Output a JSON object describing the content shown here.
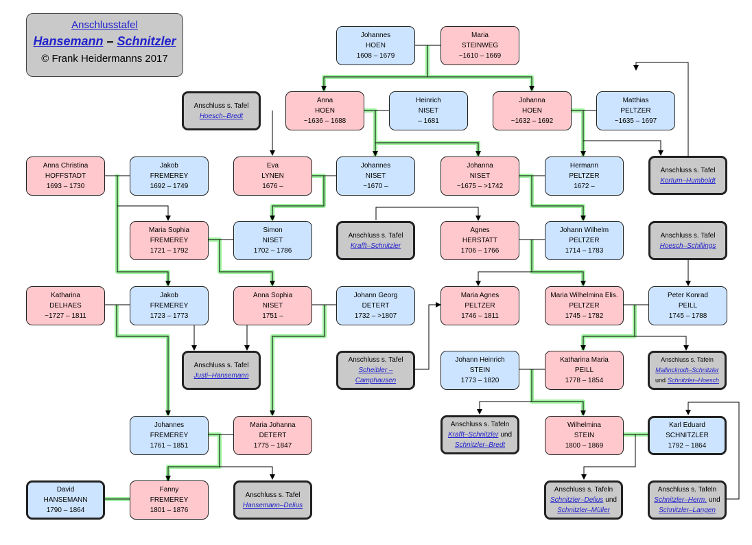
{
  "title": {
    "line1": "Anschlusstafel",
    "name1": "Hansemann",
    "sep": "–",
    "name2": "Schnitzler",
    "copyright": "© Frank Heidermanns 2017"
  },
  "colors": {
    "male": "#cce4ff",
    "female": "#ffc8cc",
    "reference": "#c9c9c9",
    "highlight": "#7cf07c",
    "link": "#2222cc"
  },
  "people": {
    "johannes_hoen": [
      "Johannes",
      "HOEN",
      "1608 – 1679"
    ],
    "maria_steinweg": [
      "Maria",
      "STEINWEG",
      "~1610 – 1669"
    ],
    "anna_hoen": [
      "Anna",
      "HOEN",
      "~1636 – 1688"
    ],
    "heinrich_niset": [
      "Heinrich",
      "NISET",
      "– 1681"
    ],
    "johanna_hoen": [
      "Johanna",
      "HOEN",
      "~1632 – 1692"
    ],
    "matthias_peltzer": [
      "Matthias",
      "PELTZER",
      "~1635 – 1697"
    ],
    "anna_christina_hoffstadt": [
      "Anna Christina",
      "HOFFSTADT",
      "1693 – 1730"
    ],
    "jakob_fremerey_1": [
      "Jakob",
      "FREMEREY",
      "1692 – 1749"
    ],
    "eva_lynen": [
      "Eva",
      "LYNEN",
      "1676 –"
    ],
    "johannes_niset": [
      "Johannes",
      "NISET",
      "~1670 –"
    ],
    "johanna_niset": [
      "Johanna",
      "NISET",
      "~1675 – >1742"
    ],
    "hermann_peltzer": [
      "Hermann",
      "PELTZER",
      "1672 –"
    ],
    "maria_sophia_fremerey": [
      "Maria Sophia",
      "FREMEREY",
      "1721 – 1792"
    ],
    "simon_niset": [
      "Simon",
      "NISET",
      "1702 – 1786"
    ],
    "agnes_herstatt": [
      "Agnes",
      "HERSTATT",
      "1706 – 1766"
    ],
    "johann_wilhelm_peltzer": [
      "Johann Wilhelm",
      "PELTZER",
      "1714 – 1783"
    ],
    "katharina_delhaes": [
      "Katharina",
      "DELHAES",
      "~1727 – 1811"
    ],
    "jakob_fremerey_2": [
      "Jakob",
      "FREMEREY",
      "1723 – 1773"
    ],
    "anna_sophia_niset": [
      "Anna Sophia",
      "NISET",
      "1751 –"
    ],
    "johann_georg_detert": [
      "Johann Georg",
      "DETERT",
      "1732 – >1807"
    ],
    "maria_agnes_peltzer": [
      "Maria Agnes",
      "PELTZER",
      "1746 – 1811"
    ],
    "maria_wilhelmina_peltzer": [
      "Maria Wilhelmina Elis.",
      "PELTZER",
      "1745 – 1782"
    ],
    "peter_konrad_peill": [
      "Peter Konrad",
      "PEILL",
      "1745 – 1788"
    ],
    "johann_heinrich_stein": [
      "Johann Heinrich",
      "STEIN",
      "1773 – 1820"
    ],
    "katharina_maria_peill": [
      "Katharina Maria",
      "PEILL",
      "1778 – 1854"
    ],
    "johannes_fremerey": [
      "Johannes",
      "FREMEREY",
      "1761 – 1851"
    ],
    "maria_johanna_detert": [
      "Maria Johanna",
      "DETERT",
      "1775 – 1847"
    ],
    "wilhelmina_stein": [
      "Wilhelmina",
      "STEIN",
      "1800 – 1869"
    ],
    "karl_eduard_schnitzler": [
      "Karl Eduard",
      "SCHNITZLER",
      "1792 – 1864"
    ],
    "david_hansemann": [
      "David",
      "HANSEMANN",
      "1790 – 1864"
    ],
    "fanny_fremerey": [
      "Fanny",
      "FREMEREY",
      "1801 – 1876"
    ]
  },
  "refs": {
    "hoesch_bredt": {
      "head": "Anschluss s. Tafel",
      "link": "Hoesch–Bredt"
    },
    "kortum_humboldt": {
      "head": "Anschluss s. Tafel",
      "link": "Kortum–Humboldt"
    },
    "krafft_schnitzler": {
      "head": "Anschluss s. Tafel",
      "link": "Krafft–Schnitzler"
    },
    "hoesch_schillings": {
      "head": "Anschluss s. Tafel",
      "link": "Hoesch–Schillings"
    },
    "justi_hansemann": {
      "head": "Anschluss s. Tafel",
      "link": "Justi–Hansemann"
    },
    "scheibler_camphausen": {
      "head": "Anschluss s. Tafel",
      "link": "Scheibler –",
      "link2": "Camphausen"
    },
    "mallinckrodt": {
      "head": "Anschluss s. Tafeln",
      "link": "Mallinckrodt–Schnitzler",
      "und": "und",
      "link2": "Schnitzler–Hoesch"
    },
    "krafft_bredt": {
      "head": "Anschluss s. Tafeln",
      "link": "Krafft–Schnitzler",
      "und": "und",
      "link2": "Schnitzler–Bredt"
    },
    "hansemann_delius": {
      "head": "Anschluss s. Tafel",
      "link": "Hansemann–Delius"
    },
    "schnitzler_delius": {
      "head": "Anschluss s. Tafeln",
      "link": "Schnitzler–Delius",
      "und": "und",
      "link2": "Schnitzler–Müller"
    },
    "schnitzler_herm": {
      "head": "Anschluss s. Tafeln",
      "link": "Schnitzler–Herm.",
      "und": "und",
      "link2": "Schnitzler–Langen"
    }
  }
}
